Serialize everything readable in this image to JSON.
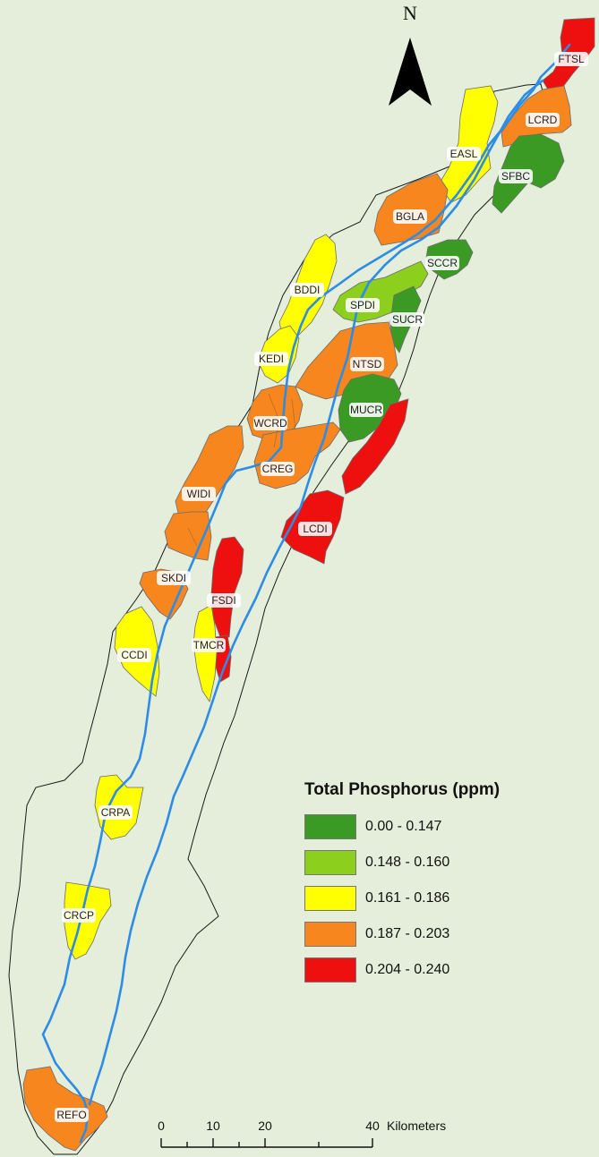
{
  "north_label": "N",
  "legend": {
    "title": "Total Phosphorus (ppm)",
    "items": [
      {
        "label": "0.00 - 0.147",
        "color": "#3a9a24"
      },
      {
        "label": "0.148 - 0.160",
        "color": "#8ccf1c"
      },
      {
        "label": "0.161 - 0.186",
        "color": "#ffff00"
      },
      {
        "label": "0.187 - 0.203",
        "color": "#f7861f"
      },
      {
        "label": "0.204 - 0.240",
        "color": "#ee0f0f"
      }
    ]
  },
  "scale_bar": {
    "ticks": [
      "0",
      "10",
      "20",
      "40"
    ],
    "unit": "Kilometers"
  },
  "districts": [
    {
      "code": "FTSL",
      "value_class": "0.204 - 0.240"
    },
    {
      "code": "LCRD",
      "value_class": "0.187 - 0.203"
    },
    {
      "code": "EASL",
      "value_class": "0.161 - 0.186"
    },
    {
      "code": "SFBC",
      "value_class": "0.00 - 0.147"
    },
    {
      "code": "BGLA",
      "value_class": "0.187 - 0.203"
    },
    {
      "code": "SCCR",
      "value_class": "0.00 - 0.147"
    },
    {
      "code": "BDDI",
      "value_class": "0.161 - 0.186"
    },
    {
      "code": "SPDI",
      "value_class": "0.148 - 0.160"
    },
    {
      "code": "SUCR",
      "value_class": "0.00 - 0.147"
    },
    {
      "code": "KEDI",
      "value_class": "0.161 - 0.186"
    },
    {
      "code": "NTSD",
      "value_class": "0.187 - 0.203"
    },
    {
      "code": "MUCR",
      "value_class": "0.00 - 0.147"
    },
    {
      "code": "WCRD",
      "value_class": "0.187 - 0.203"
    },
    {
      "code": "CREG",
      "value_class": "0.187 - 0.203"
    },
    {
      "code": "WIDI",
      "value_class": "0.187 - 0.203"
    },
    {
      "code": "LCDI",
      "value_class": "0.204 - 0.240"
    },
    {
      "code": "SKDI",
      "value_class": "0.187 - 0.203"
    },
    {
      "code": "FSDI",
      "value_class": "0.204 - 0.240"
    },
    {
      "code": "TMCR",
      "value_class": "0.161 - 0.186"
    },
    {
      "code": "CCDI",
      "value_class": "0.161 - 0.186"
    },
    {
      "code": "CRPA",
      "value_class": "0.161 - 0.186"
    },
    {
      "code": "CRCP",
      "value_class": "0.161 - 0.186"
    },
    {
      "code": "REFO",
      "value_class": "0.187 - 0.203"
    }
  ]
}
